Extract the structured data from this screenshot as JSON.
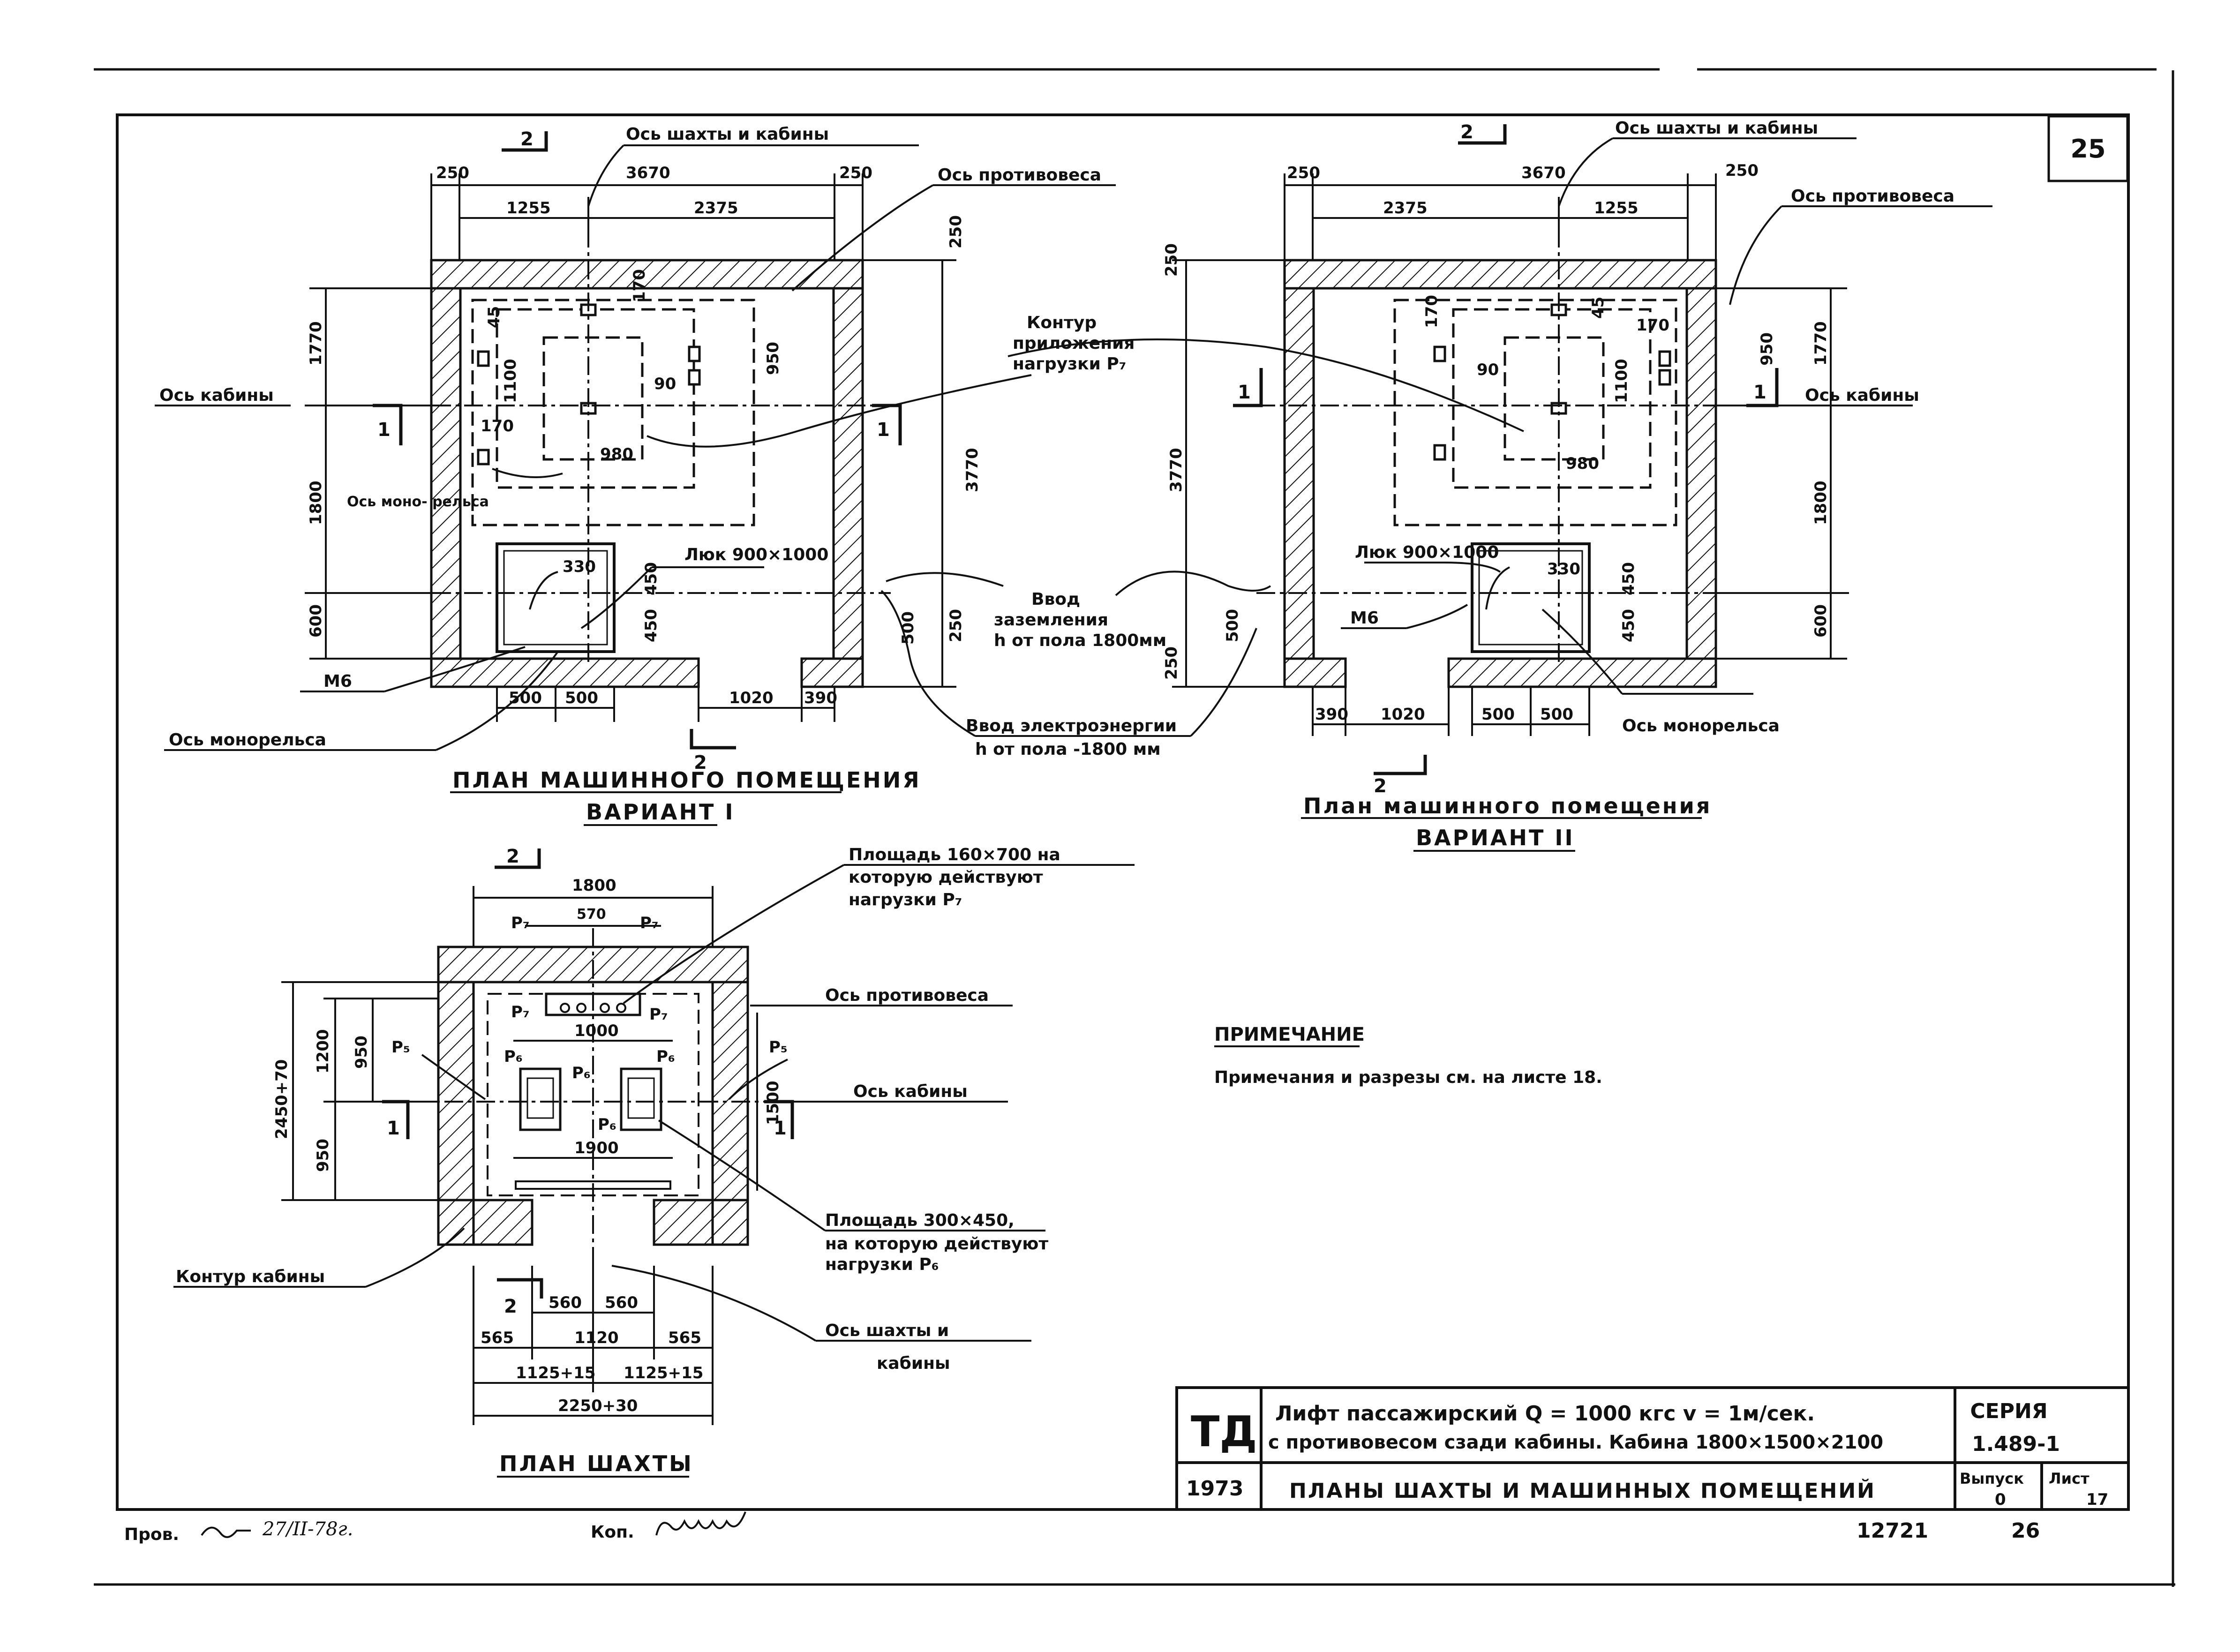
{
  "sheet_number": "25",
  "plan1": {
    "section_top": "2",
    "section_bottom": "2",
    "section_left": "1",
    "section_right": "1",
    "axis_shaft_label": "Ось шахты и кабины",
    "axis_counterweight_label": "Ось противовеса",
    "axis_cabin_label": "Ось кабины",
    "axis_monorail_label": "Ось монорельса",
    "axis_monorail_inner_label": "Ось моно- рельса",
    "hatch_label": "Люк 900×1000",
    "m6_label": "М6",
    "dims": [
      "250",
      "3670",
      "250",
      "1255",
      "2375",
      "250",
      "1770",
      "1800",
      "600",
      "950",
      "1100",
      "170",
      "45",
      "170",
      "90",
      "980",
      "3770",
      "330",
      "450",
      "450",
      "500",
      "250",
      "500",
      "500",
      "1020",
      "390"
    ],
    "title": "ПЛАН МАШИННОГО ПОМЕЩЕНИЯ",
    "variant": "ВАРИАНТ I"
  },
  "middle_notes": {
    "load_contour_label": "Контур приложения нагрузки P₇",
    "grounding_label": "Ввод заземления h от пола 1800мм",
    "power_label": "Ввод электроэнергии h от пола -1800 мм"
  },
  "plan2": {
    "section_top": "2",
    "section_bottom": "2",
    "section_left": "1",
    "section_right": "1",
    "axis_shaft_label": "Ось шахты и кабины",
    "axis_counterweight_label": "Ось противовеса",
    "axis_cabin_label": "Ось кабины",
    "axis_monorail_label": "Ось монорельса",
    "hatch_label": "Люк 900×1000",
    "m6_label": "М6",
    "dims": [
      "250",
      "3670",
      "250",
      "2375",
      "1255",
      "250",
      "3770",
      "1770",
      "1800",
      "600",
      "950",
      "1100",
      "170",
      "170",
      "90",
      "980",
      "45",
      "330",
      "450",
      "450",
      "500",
      "250",
      "390",
      "1020",
      "500",
      "500"
    ],
    "title": "План машинного помещения",
    "variant": "ВАРИАНТ II"
  },
  "shaft_plan": {
    "section_top": "2",
    "section_bottom": "2",
    "section_left": "1",
    "section_right": "1",
    "dims": [
      "1800",
      "570",
      "1000",
      "2450+70",
      "1200",
      "950",
      "950",
      "1500",
      "1900",
      "560",
      "560",
      "565",
      "1120",
      "565",
      "1125+15",
      "1125+15",
      "2250+30"
    ],
    "load_labels": [
      "P₇",
      "P₇",
      "P₇",
      "P₇",
      "P₅",
      "P₅",
      "P₆",
      "P₆",
      "P₆",
      "P₆"
    ],
    "area_top_label": "Площадь 160×700 на которую действуют нагрузки P₇",
    "counterweight_label": "Ось противовеса",
    "cabin_axis_label": "Ось кабины",
    "area_bottom_label": "Площадь 300×450, на которую действуют нагрузки P₆",
    "shaft_axis_label": "Ось шахты и кабины",
    "cabin_contour_label": "Контур кабины",
    "title": "ПЛАН ШАХТЫ"
  },
  "note": {
    "heading": "ПРИМЕЧАНИЕ",
    "text": "Примечания и разрезы см. на листе 18."
  },
  "title_block": {
    "logo": "ТД",
    "year": "1973",
    "line1": "Лифт пассажирский Q = 1000 кгс  v = 1м/сек.",
    "line2": "с противовесом сзади кабины. Кабина 1800×1500×2100",
    "line3": "ПЛАНЫ ШАХТЫ И МАШИННЫХ ПОМЕЩЕНИЙ",
    "series_label": "СЕРИЯ",
    "series_value": "1.489-1",
    "issue_label": "Выпуск",
    "issue_value": "0",
    "sheet_label": "Лист",
    "sheet_value": "17"
  },
  "footer": {
    "checked_label": "Пров.",
    "checked_date": "27/II-78г.",
    "copied_label": "Коп.",
    "doc_number": "12721",
    "page_number": "26"
  }
}
